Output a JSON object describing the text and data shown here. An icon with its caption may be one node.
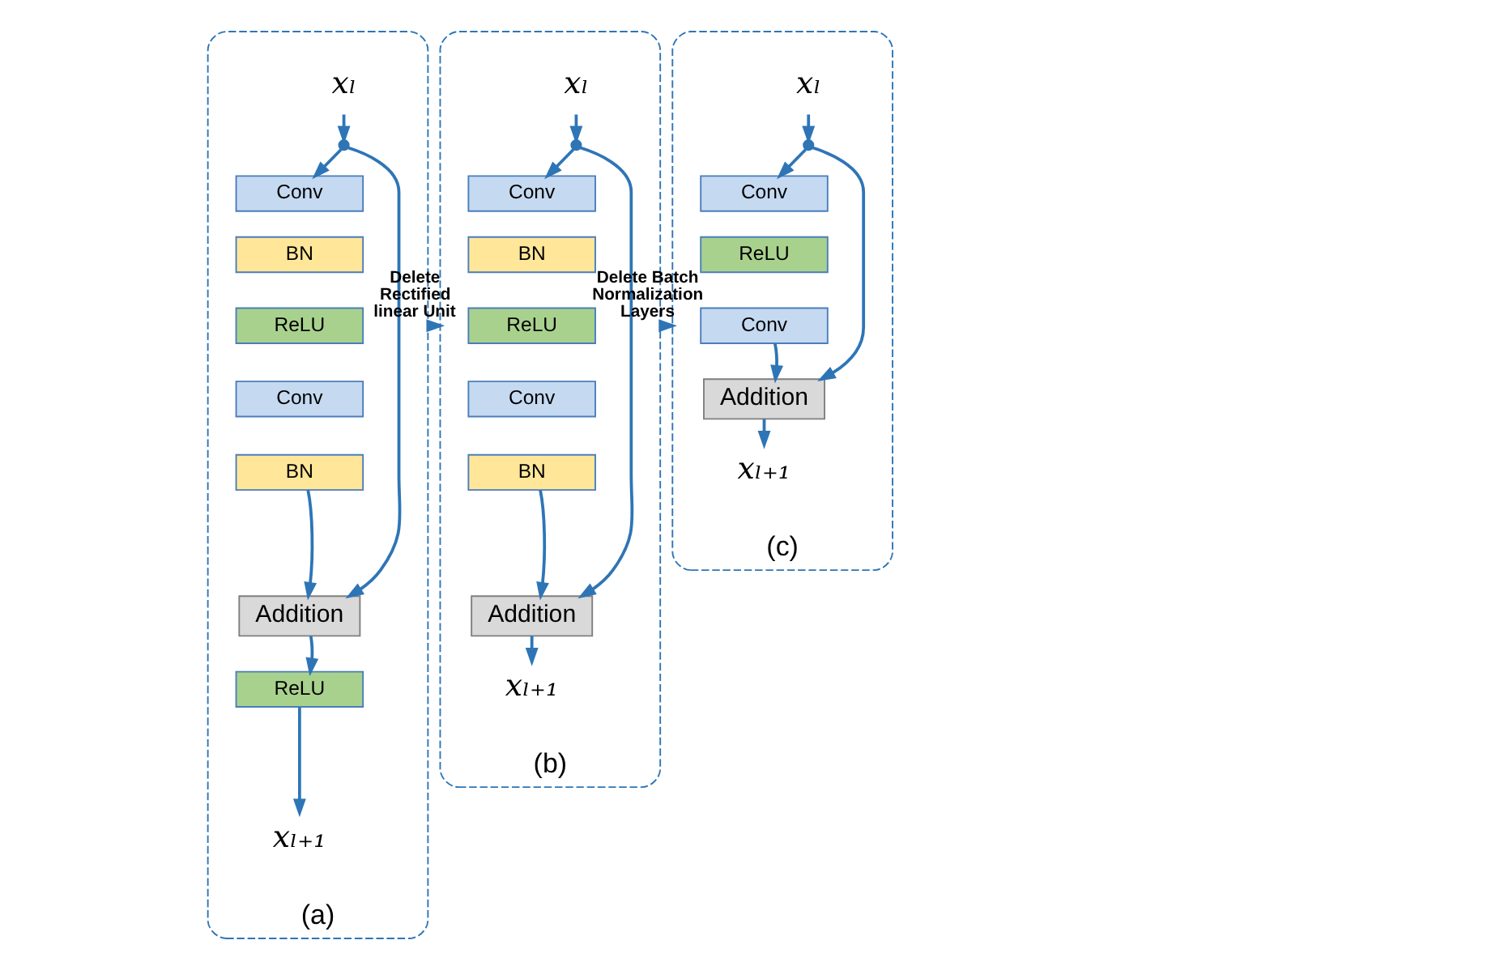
{
  "diagram": {
    "nodes": [
      {
        "text": [
          "(a)"
        ]
      },
      {
        "text": [
          "xₗ"
        ],
        "in": 0
      },
      {
        "text": [],
        "shape": "circle",
        "in": 0
      },
      {
        "text": [
          "Conv"
        ],
        "in": 0
      },
      {
        "text": [
          "BN"
        ],
        "in": 0
      },
      {
        "text": [
          "ReLU"
        ],
        "in": 0
      },
      {
        "text": [
          "Conv"
        ],
        "in": 0
      },
      {
        "text": [
          "BN"
        ],
        "in": 0
      },
      {
        "text": [
          "Addition"
        ],
        "in": 0
      },
      {
        "text": [
          "ReLU"
        ],
        "in": 0
      },
      {
        "text": [
          "xₗ₊₁"
        ],
        "in": 0
      },
      {
        "text": [
          "(b)"
        ]
      },
      {
        "text": [
          "xₗ"
        ],
        "in": 11
      },
      {
        "text": [],
        "shape": "circle",
        "in": 11
      },
      {
        "text": [
          "Conv"
        ],
        "in": 11
      },
      {
        "text": [
          "BN"
        ],
        "in": 11
      },
      {
        "text": [
          "ReLU"
        ],
        "in": 11
      },
      {
        "text": [
          "Conv"
        ],
        "in": 11
      },
      {
        "text": [
          "BN"
        ],
        "in": 11
      },
      {
        "text": [
          "Addition"
        ],
        "in": 11
      },
      {
        "text": [
          "xₗ₊₁"
        ],
        "in": 11
      },
      {
        "text": [
          "(c)"
        ]
      },
      {
        "text": [
          "xₗ"
        ],
        "in": 21
      },
      {
        "text": [],
        "shape": "circle",
        "in": 21
      },
      {
        "text": [
          "Conv"
        ],
        "in": 21
      },
      {
        "text": [
          "ReLU"
        ],
        "in": 21
      },
      {
        "text": [
          "Conv"
        ],
        "in": 21
      },
      {
        "text": [
          "Addition"
        ],
        "in": 21
      },
      {
        "text": [
          "xₗ₊₁"
        ],
        "in": 21
      }
    ],
    "edges": [
      {
        "from": 1,
        "to": 2,
        "arrow": "to"
      },
      {
        "from": 2,
        "to": 3,
        "arrow": "to"
      },
      {
        "from": 2,
        "to": 8,
        "arrow": "to"
      },
      {
        "from": 7,
        "to": 8,
        "arrow": "to"
      },
      {
        "from": 8,
        "to": 9,
        "arrow": "to"
      },
      {
        "from": 9,
        "to": 10,
        "arrow": "to"
      },
      {
        "from": 0,
        "to": 11,
        "arrow": "to",
        "label": "Delete Rectified linear Unit"
      },
      {
        "from": 12,
        "to": 13,
        "arrow": "to"
      },
      {
        "from": 13,
        "to": 14,
        "arrow": "to"
      },
      {
        "from": 13,
        "to": 19,
        "arrow": "to"
      },
      {
        "from": 18,
        "to": 19,
        "arrow": "to"
      },
      {
        "from": 19,
        "to": 20,
        "arrow": "to"
      },
      {
        "from": 11,
        "to": 21,
        "arrow": "to",
        "label": "Delete Batch Normalization Layers"
      },
      {
        "from": 22,
        "to": 23,
        "arrow": "to"
      },
      {
        "from": 23,
        "to": 24,
        "arrow": "to"
      },
      {
        "from": 23,
        "to": 27,
        "arrow": "to"
      },
      {
        "from": 26,
        "to": 27,
        "arrow": "to"
      },
      {
        "from": 27,
        "to": 28,
        "arrow": "to"
      }
    ]
  }
}
